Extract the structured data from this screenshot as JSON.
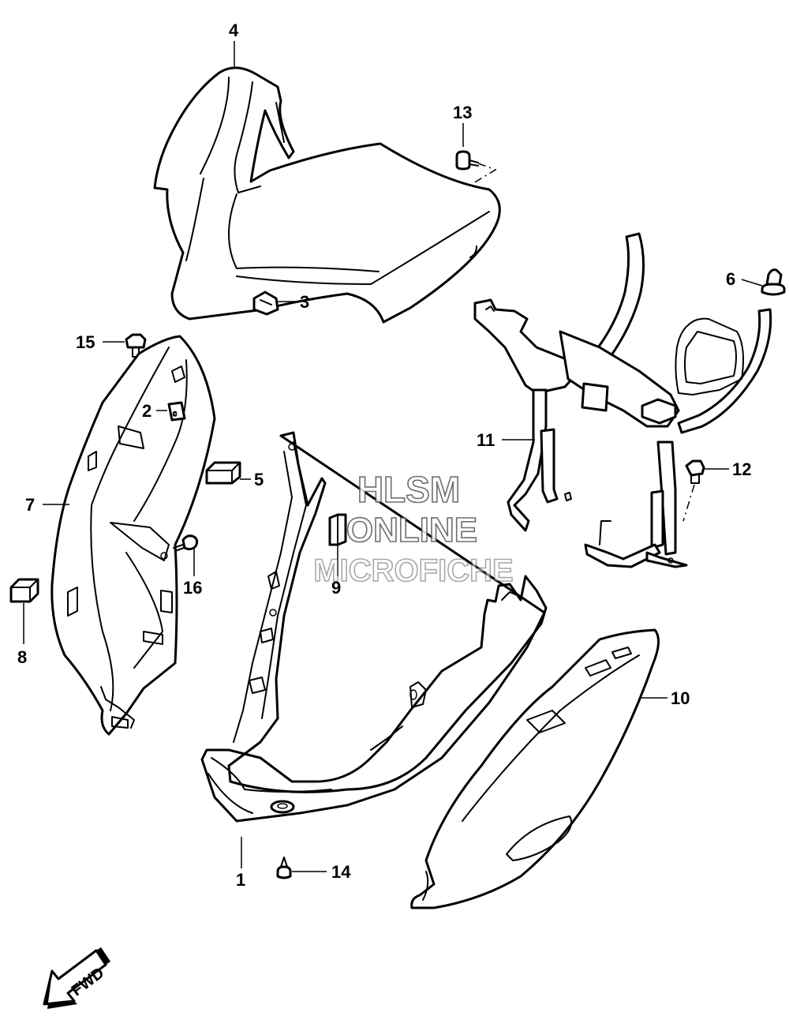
{
  "callouts": [
    {
      "id": "1",
      "label": "1"
    },
    {
      "id": "2",
      "label": "2"
    },
    {
      "id": "3",
      "label": "3"
    },
    {
      "id": "4",
      "label": "4"
    },
    {
      "id": "5",
      "label": "5"
    },
    {
      "id": "6",
      "label": "6"
    },
    {
      "id": "7",
      "label": "7"
    },
    {
      "id": "8",
      "label": "8"
    },
    {
      "id": "9",
      "label": "9"
    },
    {
      "id": "10",
      "label": "10"
    },
    {
      "id": "11",
      "label": "11"
    },
    {
      "id": "12",
      "label": "12"
    },
    {
      "id": "13",
      "label": "13"
    },
    {
      "id": "14",
      "label": "14"
    },
    {
      "id": "15",
      "label": "15"
    },
    {
      "id": "16",
      "label": "16"
    }
  ],
  "watermark": {
    "line1": "HLSM",
    "line2": "ONLINE",
    "line3": "MICROFICHE"
  },
  "direction_arrow": {
    "label": "FWD"
  },
  "colors": {
    "line": "#000000",
    "background": "#ffffff",
    "watermark_outline": "#555555"
  }
}
